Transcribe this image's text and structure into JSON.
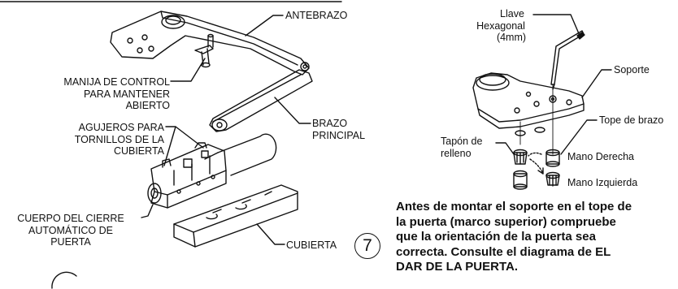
{
  "left_panel": {
    "antebrazo": "ANTEBRAZO",
    "manija": [
      "MANIJA DE CONTROL",
      "PARA MANTENER",
      "ABIERTO"
    ],
    "brazo": [
      "BRAZO",
      "PRINCIPAL"
    ],
    "agujeros": [
      "AGUJEROS PARA",
      "TORNILLOS DE LA",
      "CUBIERTA"
    ],
    "cuerpo": [
      "CUERPO DEL CIERRE",
      "AUTOMÁTICO DE",
      "PUERTA"
    ],
    "cubierta": "CUBIERTA",
    "step_number": "7"
  },
  "right_panel": {
    "llave": [
      "Llave",
      "Hexagonal",
      "(4mm)"
    ],
    "soporte": "Soporte",
    "tope": "Tope de brazo",
    "tapon": [
      "Tapón de",
      "relleno"
    ],
    "mano_derecha": "Mano Derecha",
    "mano_izquierda": "Mano Izquierda",
    "note": [
      "Antes de montar el soporte en el tope de",
      "la puerta (marco superior) compruebe",
      "que la orientación de la puerta sea",
      "correcta. Consulte el diagrama de EL",
      "DAR DE LA PUERTA."
    ]
  }
}
